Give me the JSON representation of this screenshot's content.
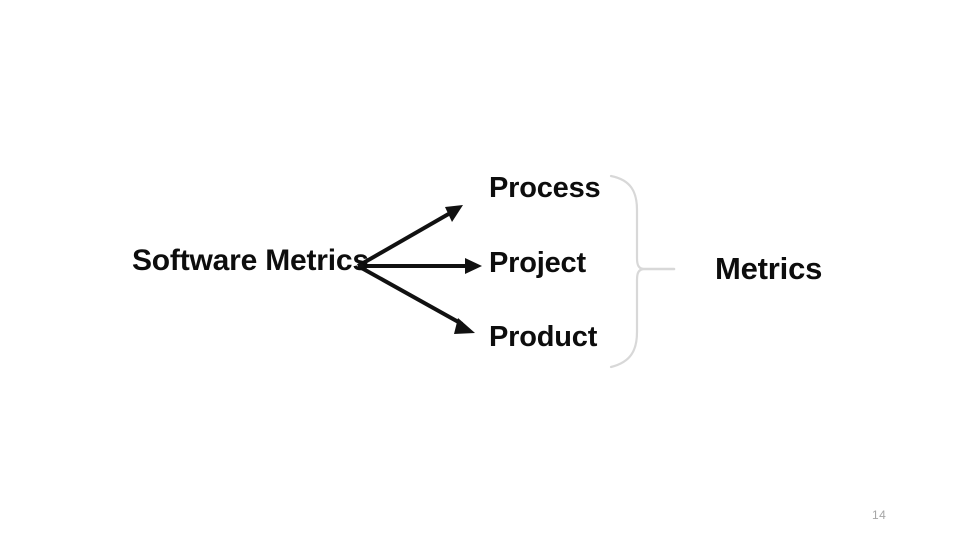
{
  "slide": {
    "background_color": "#ffffff",
    "page_number": "14",
    "page_number_color": "#a6a6a6"
  },
  "diagram": {
    "type": "fan-out-grouping",
    "source": {
      "label": "Software Metrics",
      "color": "#0d0d0d"
    },
    "branches": [
      {
        "label": "Process"
      },
      {
        "label": "Project"
      },
      {
        "label": "Product"
      }
    ],
    "group": {
      "label": "Metrics",
      "color": "#0d0d0d"
    },
    "arrow_color": "#111111",
    "brace_color": "#d8d8d8",
    "connector_color": "#d8d8d8"
  }
}
